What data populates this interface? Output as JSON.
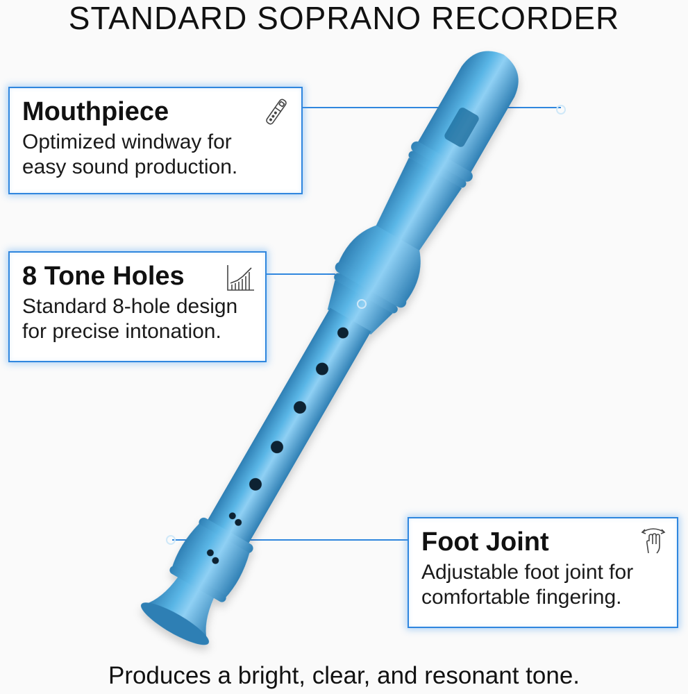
{
  "title": "STANDARD SOPRANO RECORDER",
  "tagline": "Produces a bright, clear, and resonant tone.",
  "colors": {
    "recorder_body": "#4aa8dc",
    "recorder_shadow": "#2f7fb4",
    "recorder_highlight": "#8fd0f4",
    "accent_border": "#2f86de",
    "leader_line": "#2f86de"
  },
  "callouts": [
    {
      "heading": "Mouthpiece",
      "description_lines": [
        "Optimized windway for",
        "easy sound production."
      ],
      "icon": "recorder-icon"
    },
    {
      "heading": "8 Tone Holes",
      "description_lines": [
        "Standard 8-hole design",
        "for precise intonation."
      ],
      "icon": "bar-chart-icon"
    },
    {
      "heading": "Foot Joint",
      "description_lines": [
        "Adjustable foot joint for",
        "comfortable fingering."
      ],
      "icon": "hand-rotate-icon"
    }
  ]
}
